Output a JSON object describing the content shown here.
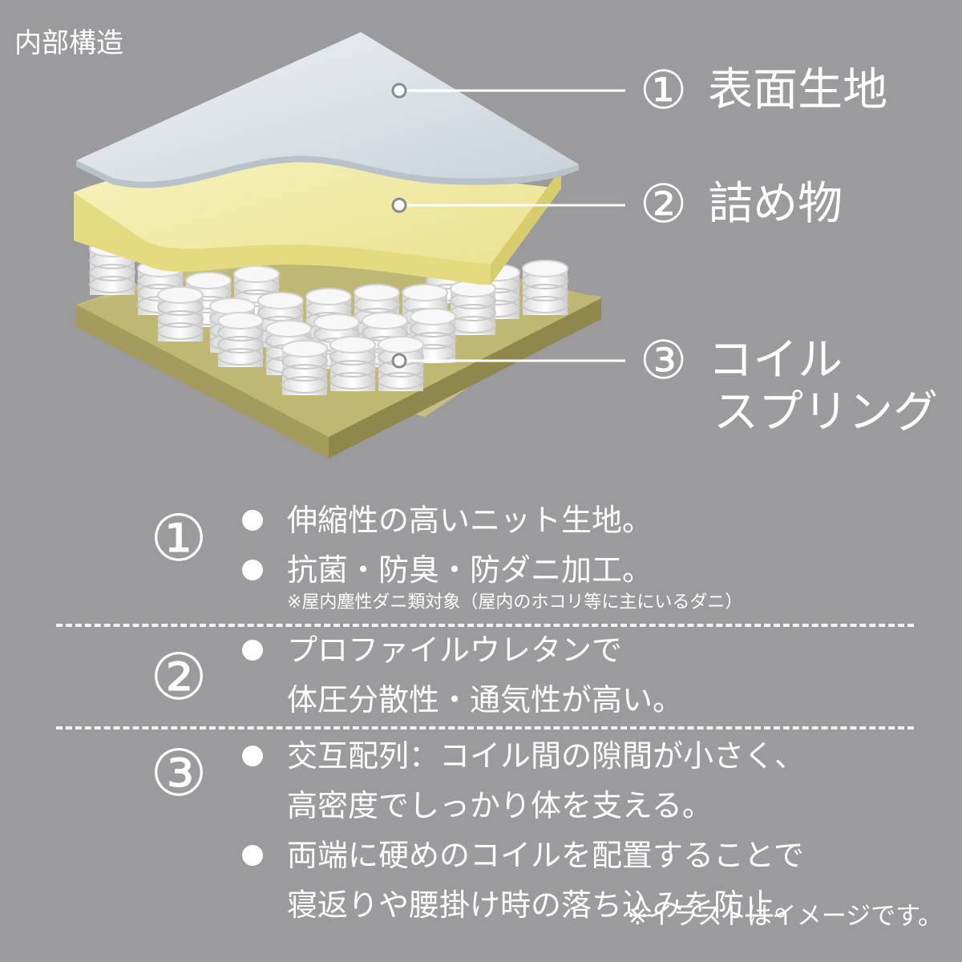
{
  "header": {
    "title": "内部構造"
  },
  "illustration": {
    "layers": [
      {
        "number": "①",
        "label": "表面生地",
        "color": "#dfe6ec"
      },
      {
        "number": "②",
        "label": "詰め物",
        "color": "#f3eda6"
      },
      {
        "number": "③",
        "label_line1": "コイル",
        "label_line2": "スプリング",
        "color": "#ececec"
      }
    ],
    "base_color": "#b5ad6e"
  },
  "details": [
    {
      "number": "①",
      "bullets": [
        {
          "lines": [
            "伸縮性の高いニット生地。"
          ]
        },
        {
          "lines": [
            "抗菌・防臭・防ダニ加工。"
          ]
        }
      ],
      "note": "※屋内塵性ダニ類対象（屋内のホコリ等に主にいるダニ）"
    },
    {
      "number": "②",
      "bullets": [
        {
          "lines": [
            "プロファイルウレタンで",
            "体圧分散性・通気性が高い。"
          ]
        }
      ]
    },
    {
      "number": "③",
      "bullets": [
        {
          "lines": [
            "交互配列：コイル間の隙間が小さく、",
            "高密度でしっかり体を支える。"
          ]
        },
        {
          "lines": [
            "両端に硬めのコイルを配置することで",
            "寝返りや腰掛け時の落ち込みを防止。"
          ]
        }
      ]
    }
  ],
  "footnote": "※イラストはイメージです。"
}
